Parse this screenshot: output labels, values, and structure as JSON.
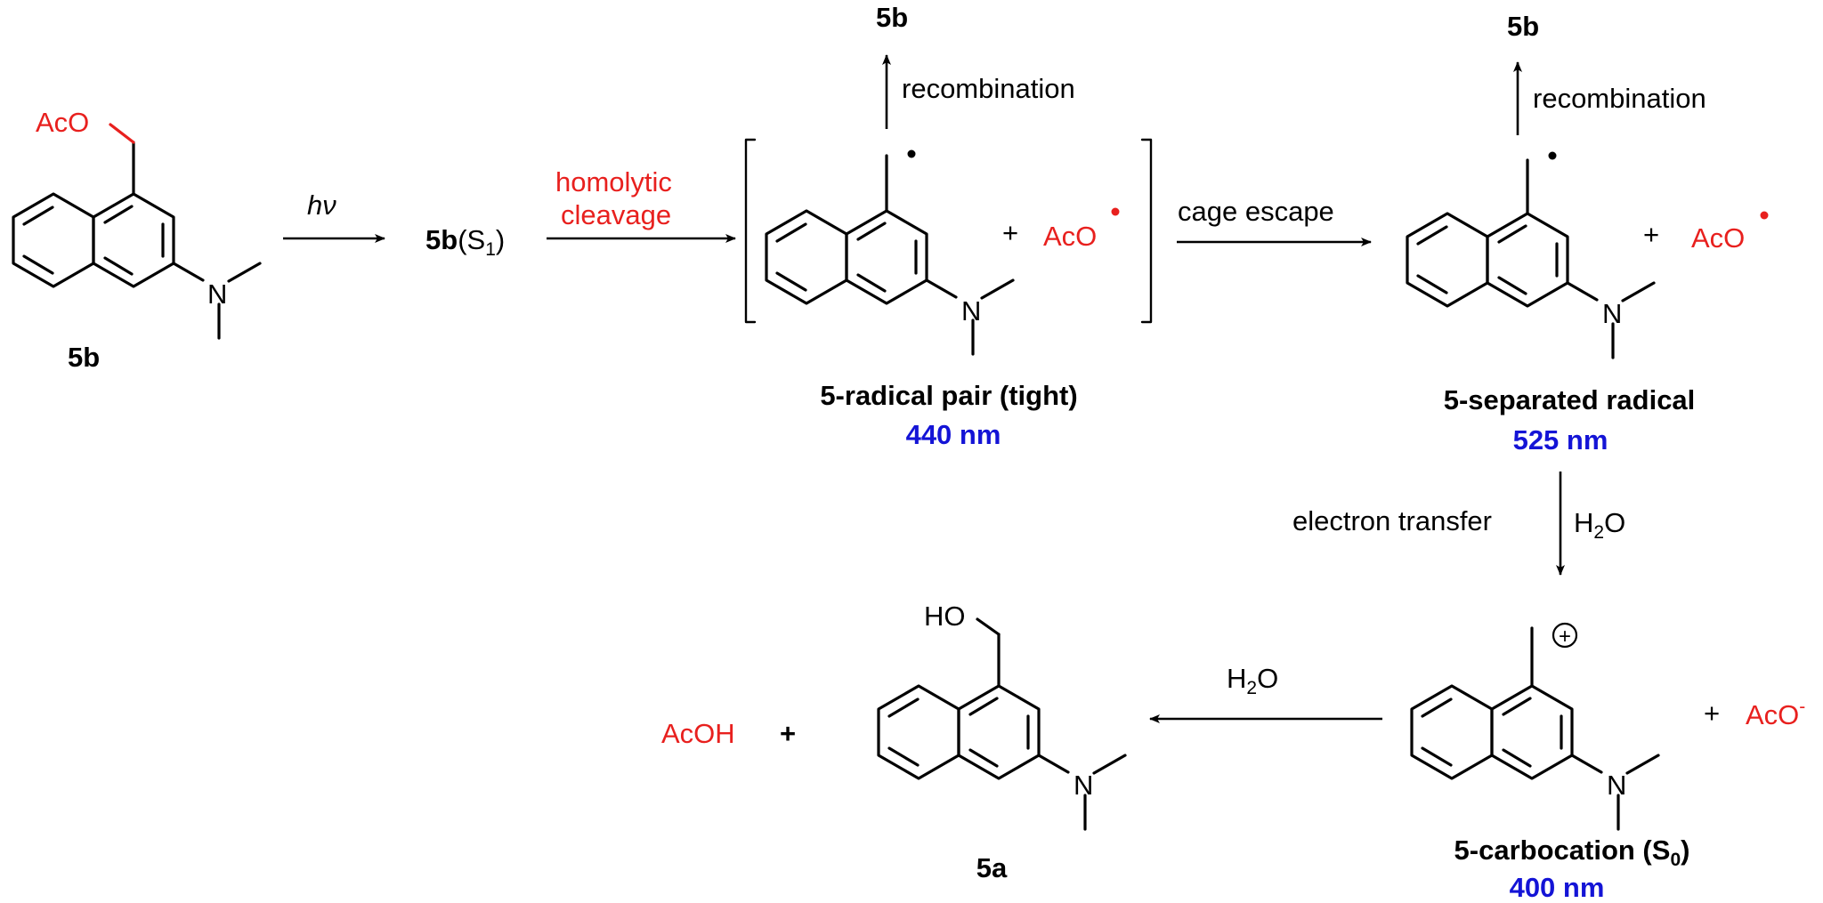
{
  "colors": {
    "reagent": "#e8201e",
    "wavelength": "#1414d6",
    "ink": "#000000"
  },
  "compounds": {
    "start": {
      "label": "5b",
      "substituent": "AcO",
      "amine": "N"
    },
    "excited": {
      "label": "5b",
      "state": "(S",
      "state_sub": "1",
      "state_close": ")"
    },
    "radical_pair": {
      "label": "5-radical pair (tight)",
      "wavelength": "440 nm",
      "plus": "+",
      "partner": "AcO",
      "amine": "N"
    },
    "separated": {
      "label": "5-separated radical",
      "wavelength": "525 nm",
      "plus": "+",
      "partner": "AcO",
      "amine": "N"
    },
    "carbocation": {
      "label_main": "5-carbocation (S",
      "label_sub": "0",
      "label_close": ")",
      "wavelength": "400 nm",
      "plus": "+",
      "partner": "AcO",
      "partner_charge": "-",
      "charge": "+",
      "amine": "N"
    },
    "product": {
      "label": "5a",
      "substituent": "HO",
      "amine": "N"
    },
    "byproduct": {
      "name": "AcOH",
      "plus": "+"
    }
  },
  "arrows": {
    "photo": {
      "label": "hν"
    },
    "homolysis": {
      "label_line1": "homolytic",
      "label_line2": "cleavage"
    },
    "cage": {
      "label": "cage escape"
    },
    "recomb1": {
      "label": "recombination",
      "product": "5b"
    },
    "recomb2": {
      "label": "recombination",
      "product": "5b"
    },
    "electron": {
      "left_label": "electron transfer",
      "right_main": "H",
      "right_sub": "2",
      "right_tail": "O"
    },
    "hydrolysis": {
      "main": "H",
      "sub": "2",
      "tail": "O"
    }
  }
}
